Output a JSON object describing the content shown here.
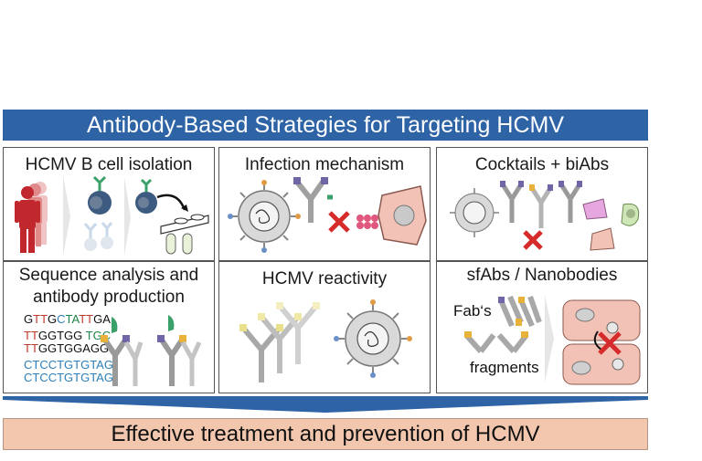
{
  "banner": {
    "title": "Antibody-Based Strategies for Targeting HCMV"
  },
  "panels": {
    "b_cell": {
      "title": "HCMV B cell isolation"
    },
    "infection": {
      "title": "Infection mechanism"
    },
    "cocktails": {
      "title": "Cocktails + biAbs"
    },
    "sequence": {
      "title_line1": "Sequence analysis and",
      "title_line2": "antibody production"
    },
    "reactivity": {
      "title": "HCMV reactivity"
    },
    "sfabs": {
      "title": "sfAbs / Nanobodies",
      "fab_label": "Fab‘s",
      "fragments_label": "fragments"
    }
  },
  "sequences": [
    [
      {
        "t": "G",
        "c": "#111"
      },
      {
        "t": "TT",
        "c": "#c0392b"
      },
      {
        "t": "G",
        "c": "#111"
      },
      {
        "t": "C",
        "c": "#2c7fb8"
      },
      {
        "t": "TA",
        "c": "#1e8449"
      },
      {
        "t": "TT",
        "c": "#c0392b"
      },
      {
        "t": "GA",
        "c": "#111"
      }
    ],
    [
      {
        "t": "TT",
        "c": "#c0392b"
      },
      {
        "t": "GGTGG",
        "c": "#111"
      },
      {
        "t": " ",
        "c": "#111"
      },
      {
        "t": "TGC",
        "c": "#1e8449"
      }
    ],
    [
      {
        "t": "TT",
        "c": "#c0392b"
      },
      {
        "t": "GGTGGAGG",
        "c": "#111"
      }
    ],
    [
      {
        "t": "CTCCTGTGTAG",
        "c": "#2c7fb8"
      }
    ],
    [
      {
        "t": "CTCCTGTGTAG",
        "c": "#2c7fb8"
      }
    ]
  ],
  "footer": {
    "text": "Effective treatment and prevention of HCMV"
  },
  "colors": {
    "banner": "#2e63a6",
    "footer": "#f2c7ae",
    "chevron": "#2e63a6",
    "cross": "#d62b2b",
    "person": "#c0282d"
  }
}
